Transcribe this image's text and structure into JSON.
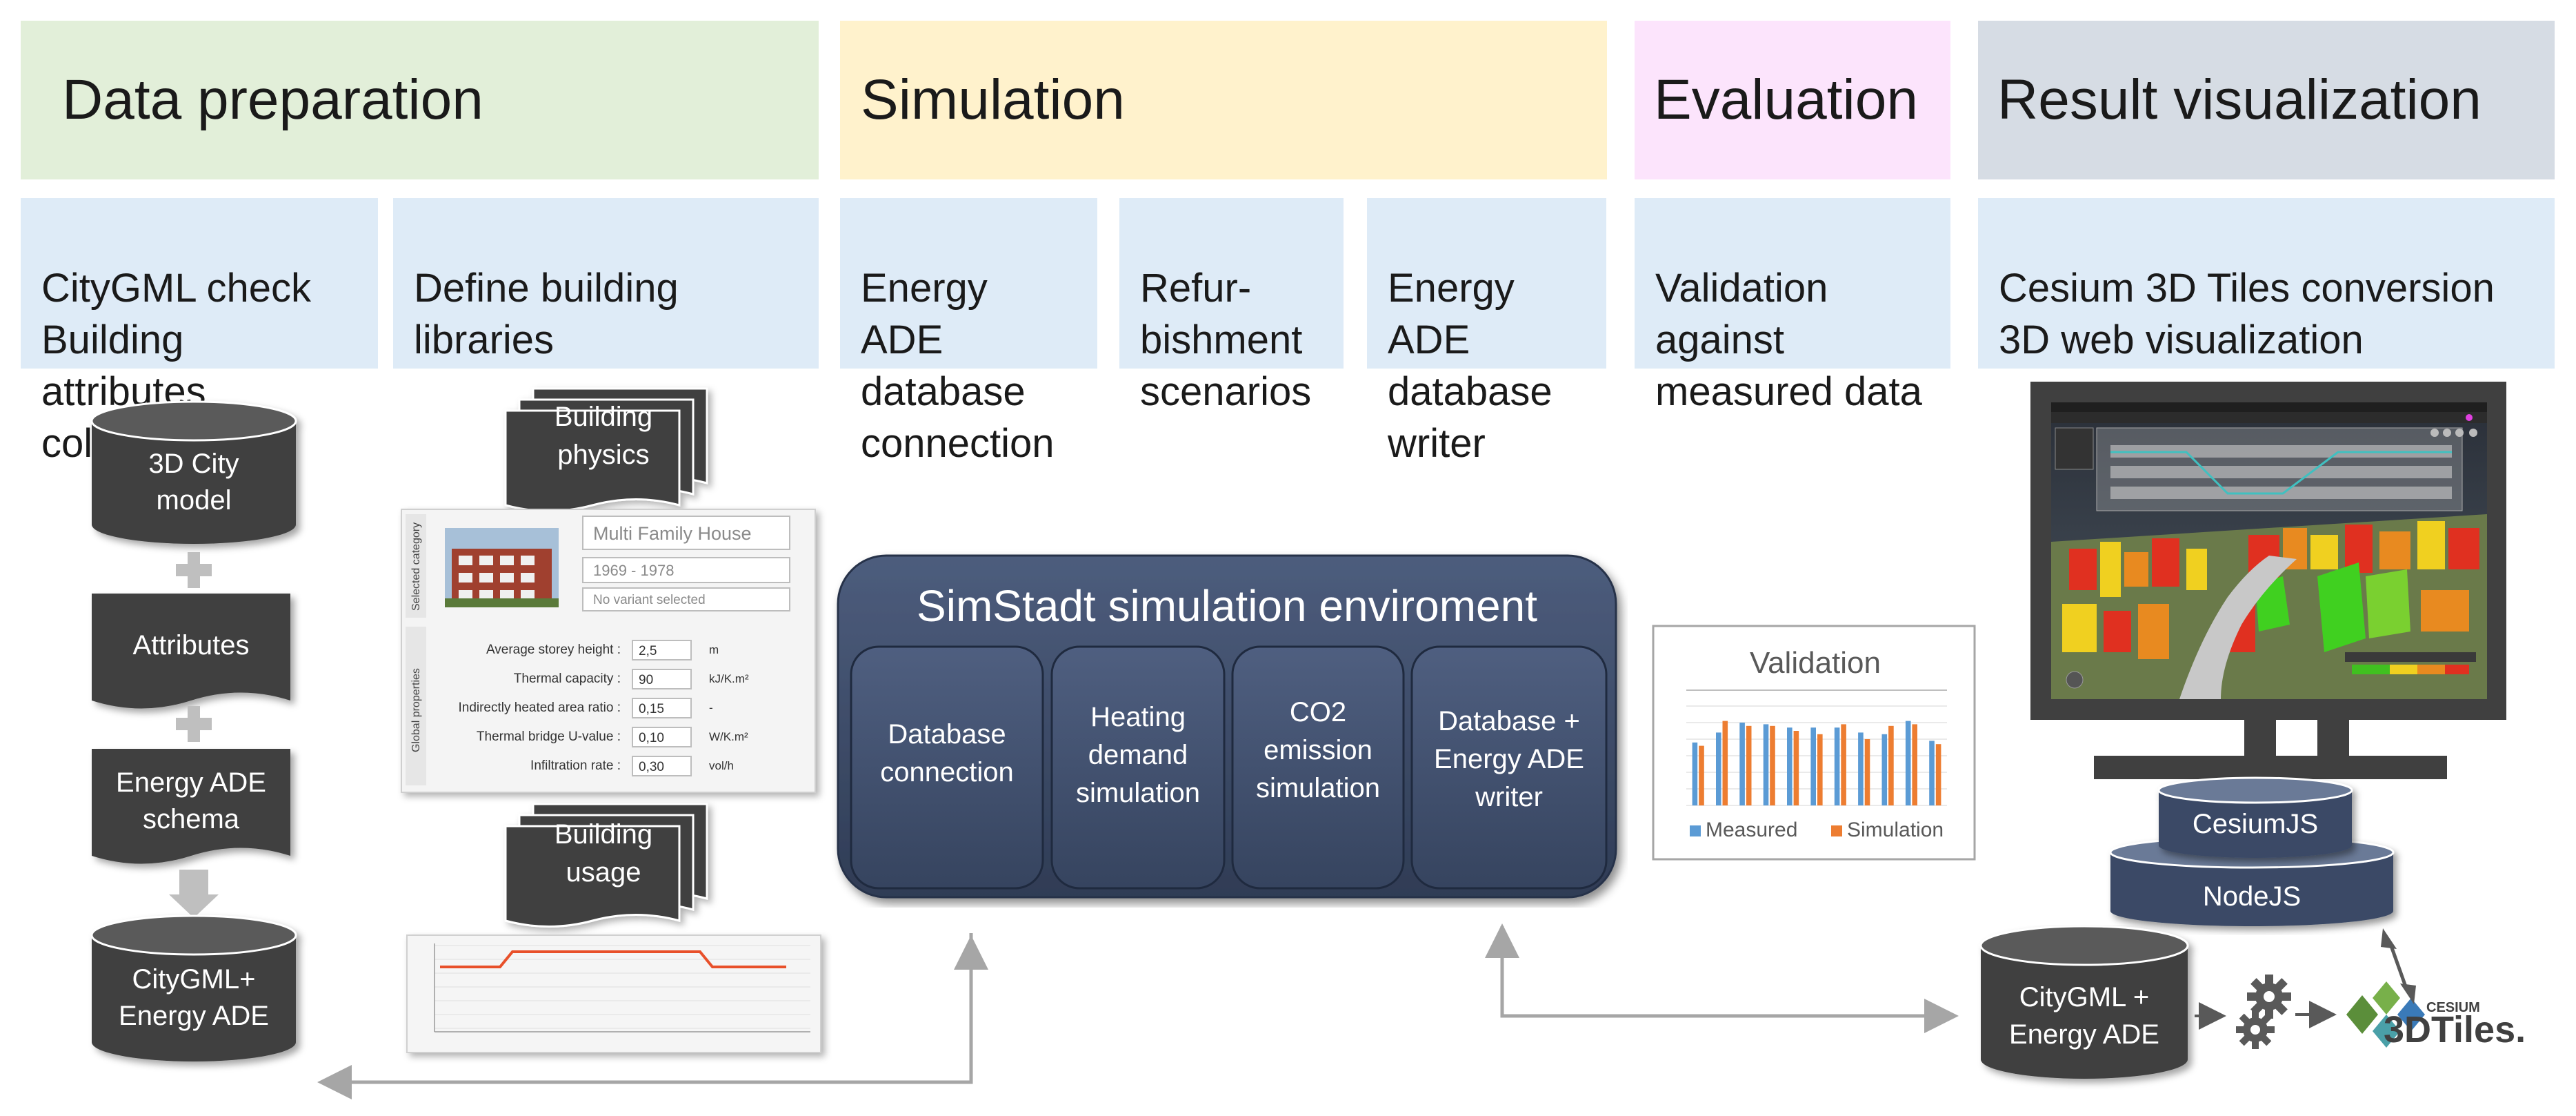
{
  "phases": {
    "data_preparation": "Data preparation",
    "simulation": "Simulation",
    "evaluation": "Evaluation",
    "result_visualization": "Result visualization"
  },
  "tasks": {
    "citygml_check": "CityGML check\nBuilding attributes\ncollection",
    "building_libraries": "Define building\nlibraries",
    "db_connection": "Energy ADE\ndatabase\nconnection",
    "refurbishment": "Refur-\nbishment\nscenarios",
    "db_writer": "Energy ADE\ndatabase\nwriter",
    "validation": "Validation\nagainst\nmeasured data",
    "cesium": "Cesium 3D Tiles conversion\n3D web visualization"
  },
  "data_prep": {
    "city_model": [
      "3D City",
      "model"
    ],
    "attributes": "Attributes",
    "energy_ade_schema": [
      "Energy ADE",
      "schema"
    ],
    "citygml_energy": [
      "CityGML+",
      "Energy ADE"
    ]
  },
  "libraries": {
    "building_physics": [
      "Building",
      "physics"
    ],
    "building_usage": [
      "Building",
      "usage"
    ],
    "form": {
      "tab_selected": "Selected category",
      "tab_global": "Global properties",
      "category": "Multi Family House",
      "period": "1969 - 1978",
      "variant": "No variant selected",
      "rows": [
        {
          "label": "Average storey height :",
          "value": "2,5",
          "unit": "m"
        },
        {
          "label": "Thermal capacity :",
          "value": "90",
          "unit": "kJ/K.m²"
        },
        {
          "label": "Indirectly heated area ratio :",
          "value": "0,15",
          "unit": "-"
        },
        {
          "label": "Thermal bridge U-value :",
          "value": "0,10",
          "unit": "W/K.m²"
        },
        {
          "label": "Infiltration rate :",
          "value": "0,30",
          "unit": "vol/h"
        }
      ]
    }
  },
  "simstadt": {
    "title": "SimStadt simulation enviroment",
    "modules": [
      [
        "Database",
        "connection"
      ],
      [
        "Heating",
        "demand",
        "simulation"
      ],
      [
        "CO2",
        "emission",
        "simulation"
      ],
      [
        "Database +",
        "Energy ADE",
        "writer"
      ]
    ]
  },
  "validation_chart": {
    "title": "Validation",
    "legend_measured": "Measured",
    "legend_simulation": "Simulation"
  },
  "visualization": {
    "cesiumjs": "CesiumJS",
    "nodejs": "NodeJS",
    "citygml_energy": [
      "CityGML +",
      "Energy ADE"
    ],
    "tiles_brand_small": "CESIUM",
    "tiles_brand": "3DTiles."
  },
  "colors": {
    "green_band": "#e2efd9",
    "yellow_band": "#fff2cc",
    "pink_band": "#fce4fc",
    "grey_band": "#d6dce4",
    "task_blue": "#deebf7",
    "dark_shape": "#404040",
    "navy": "#3b4a66",
    "measured": "#5b9bd5",
    "simulation": "#ed7d31"
  },
  "chart_data": [
    {
      "type": "bar",
      "title": "Validation",
      "series": [
        {
          "name": "Measured",
          "values": [
            38,
            44,
            50,
            49,
            47,
            47,
            47,
            44,
            43,
            51,
            39
          ]
        },
        {
          "name": "Simulation",
          "values": [
            36,
            51,
            48,
            48,
            45,
            43,
            49,
            40,
            48,
            49,
            37
          ]
        }
      ],
      "grid": true,
      "legend": "bottom"
    }
  ]
}
